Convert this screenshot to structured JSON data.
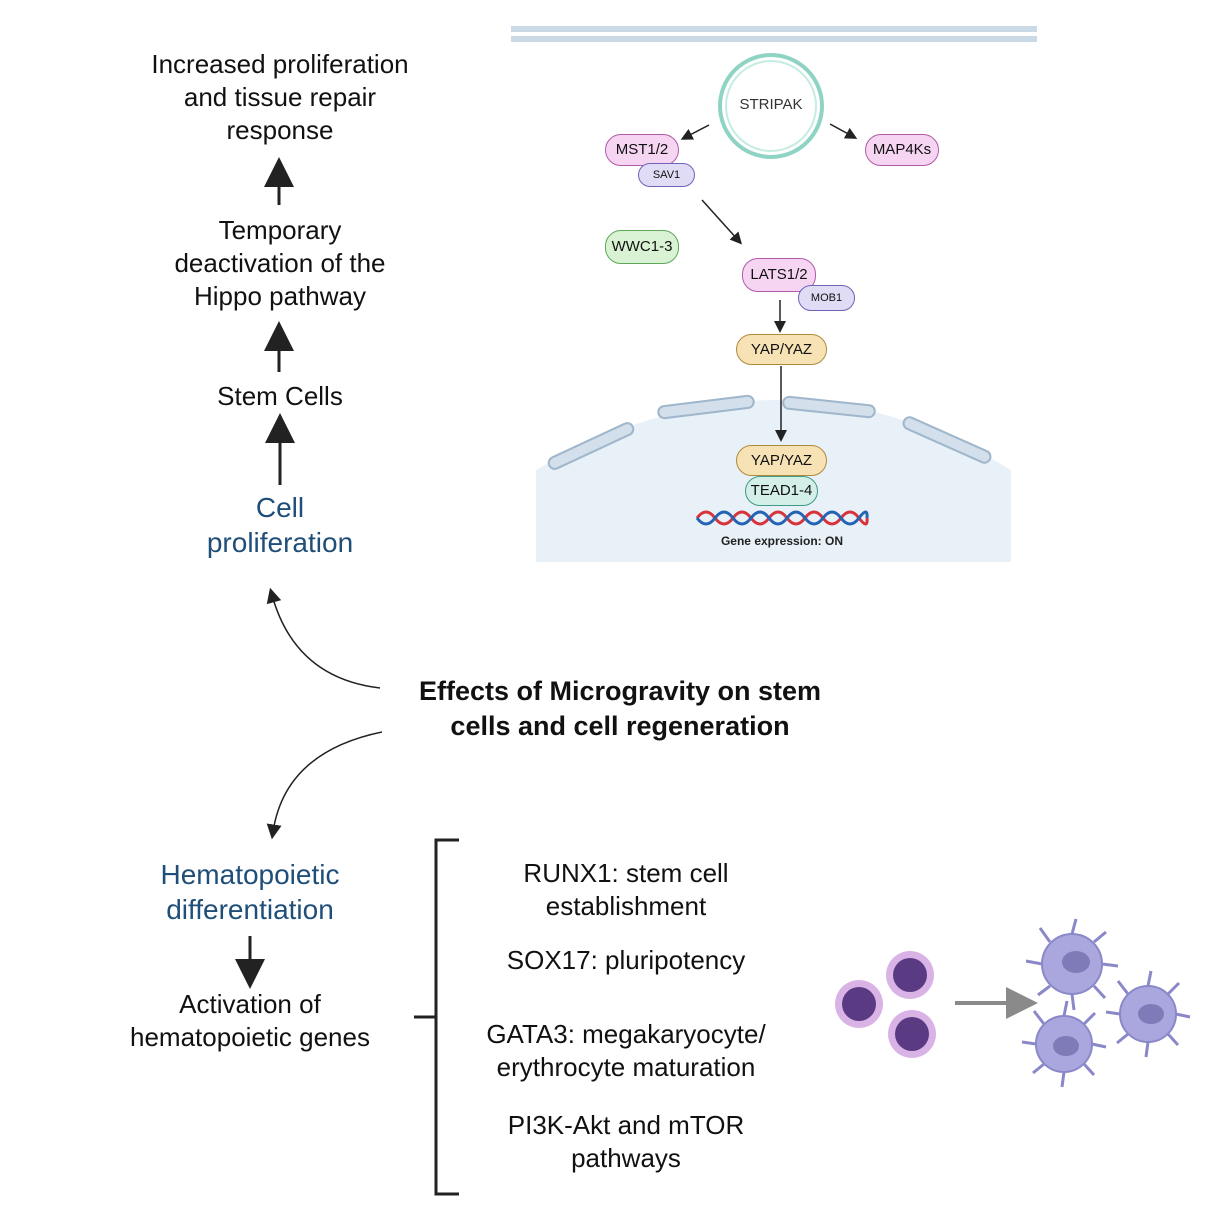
{
  "flow": {
    "outcome": [
      "Increased proliferation",
      "and tissue repair",
      "response"
    ],
    "hippo": [
      "Temporary",
      "deactivation of the",
      "Hippo pathway"
    ],
    "stem_cells": "Stem Cells",
    "cell_proliferation": [
      "Cell",
      "proliferation"
    ]
  },
  "center_title": [
    "Effects of Microgravity on stem",
    "cells and cell regeneration"
  ],
  "hematopoietic": {
    "title": [
      "Hematopoietic",
      "differentiation"
    ],
    "activation": [
      "Activation of",
      "hematopoietic genes"
    ]
  },
  "genes": [
    {
      "lines": [
        "RUNX1: stem cell",
        "establishment"
      ]
    },
    {
      "lines": [
        "SOX17: pluripotency"
      ]
    },
    {
      "lines": [
        "GATA3: megakaryocyte/",
        "erythrocyte maturation"
      ]
    },
    {
      "lines": [
        "PI3K-Akt and mTOR",
        "pathways"
      ]
    }
  ],
  "pathway": {
    "stripak": "STRIPAK",
    "mst": "MST1/2",
    "sav": "SAV1",
    "map4k": "MAP4Ks",
    "wwc": "WWC1-3",
    "lats": "LATS1/2",
    "mob": "MOB1",
    "yap_cyto": "YAP/YAZ",
    "yap_nuc": "YAP/YAZ",
    "tead": "TEAD1-4",
    "gene_expression": "Gene expression: ON"
  },
  "colors": {
    "blue_text": "#1f4e79",
    "membrane": "#c9d9e6",
    "nucleus": "#e8f0f8",
    "stripak_ring": "#8fd3c4",
    "mst_fill": "#f6d5f3",
    "mst_stroke": "#b05aa8",
    "sav_fill": "#e0dcf6",
    "wwc_fill": "#d9f2d3",
    "wwc_stroke": "#5ea75a",
    "yap_fill": "#f6e2b5",
    "yap_stroke": "#b08a3c",
    "tead_fill": "#d3efe7",
    "cell_purple": "#5a3a82",
    "cell_ring": "#d9b3e6",
    "platelet": "#a9a7dd"
  }
}
